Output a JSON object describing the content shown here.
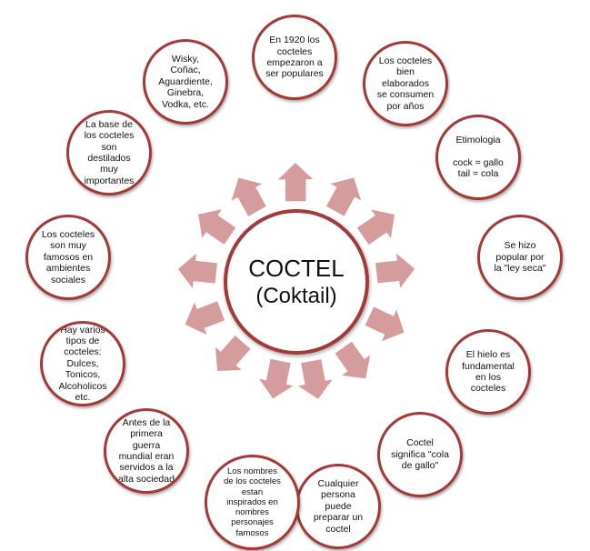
{
  "diagram": {
    "center": {
      "line1": "COCTEL",
      "line2": "(Coktail)"
    },
    "nodes": [
      "En 1920 los\ncocteles\nempezaron a\nser populares",
      "Los cocteles\nbien\nelaborados\nse consumen\npor años",
      "Etimologia\n\ncock = gallo\ntail = cola",
      "Se hizo\npopular por\nla \"ley seca\"",
      "El hielo es\nfundamental\nen los\ncocteles",
      "Coctel\nsignifica \"cola\nde gallo\"",
      "Cualquier\npersona\npuede\npreparar un\ncoctel",
      "Los nombres\nde los cocteles\nestan\ninspirados en\nnombres\npersonajes\nfamosos",
      "Antes de la\nprimera\nguerra\nmundial eran\nservidos a la\nalta sociedad",
      "Hay varios\ntipos de\ncocteles:\nDulces,\nTonicos,\nAlcoholicos\netc.",
      "Los cocteles\nson muy\nfamosos en\nambientes\nsociales",
      "La base de\nlos cocteles\nson\ndestilados\nmuy\nimportantes",
      "Wisky,\nCoñac,\nAguardiente,\nGinebra,\nVodka, etc."
    ],
    "colors": {
      "arrow_fill": "#d49c9c",
      "arrow_stroke": "#ffffff",
      "ring": "#a33a3a"
    }
  }
}
